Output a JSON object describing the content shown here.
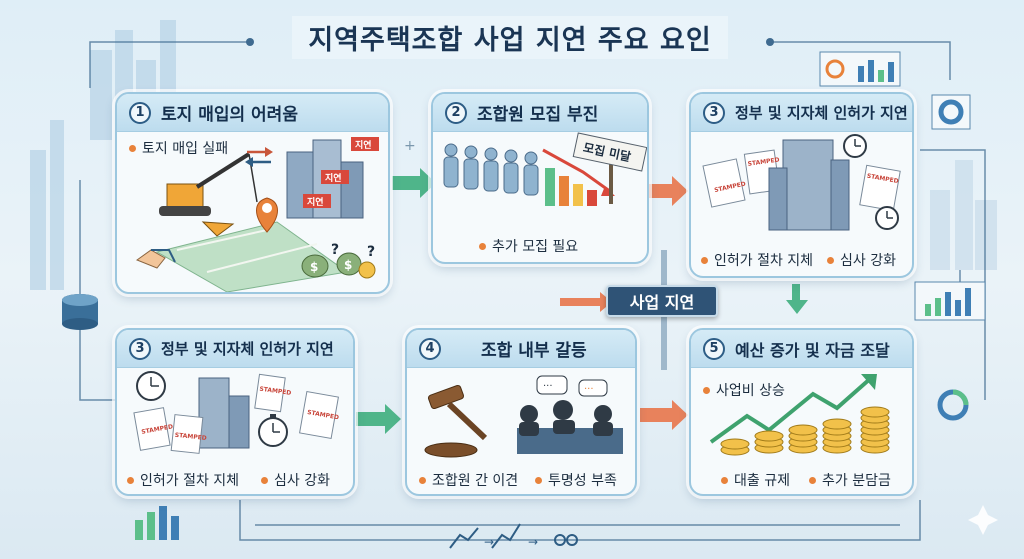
{
  "title": "지역주택조합 사업 지연 주요 요인",
  "center_label": "사업 지연",
  "cards": [
    {
      "num": "1",
      "title": "토지 매입의 어려움",
      "bullets": [
        "토지 매입 실패"
      ],
      "tags": [
        "지연",
        "지연",
        "지연"
      ]
    },
    {
      "num": "2",
      "title": "조합원 모집 부진",
      "bullets": [
        "추가 모집 필요"
      ],
      "sign": "모집 미달"
    },
    {
      "num": "3",
      "title": "정부 및 지자체 인허가 지연",
      "bullets": [
        "인허가 절차 지체",
        "심사 강화"
      ],
      "stamp": "STAMPED"
    },
    {
      "num": "3",
      "title": "정부 및 지자체 인허가 지연",
      "bullets": [
        "인허가 절차 지체",
        "심사 강화"
      ],
      "stamp": "STAMPED"
    },
    {
      "num": "4",
      "title": "조합 내부 갈등",
      "bullets": [
        "조합원 간 이견",
        "투명성 부족"
      ]
    },
    {
      "num": "5",
      "title": "예산 증가 및 자금 조달",
      "bullets": [
        "사업비 상승",
        "대출 규제",
        "추가 분담금"
      ]
    }
  ],
  "colors": {
    "accent": "#e8823a",
    "navy": "#2f5376",
    "green": "#5cbf8a",
    "border": "#9cc7df"
  }
}
